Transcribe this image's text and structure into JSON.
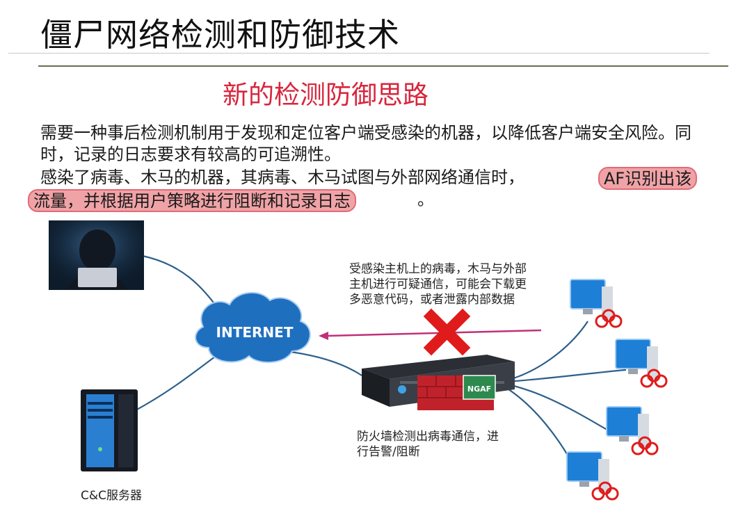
{
  "slide": {
    "title": "僵尸网络检测和防御技术",
    "subtitle": "新的检测防御思路"
  },
  "body": {
    "paragraph1": "需要一种事后检测机制用于发现和定位客户端受感染的机器，以降低客户端安全风险。同时，记录的日志要求有较高的可追溯性。",
    "paragraph2_lead": "感染了病毒、木马的机器，其病毒、木马试图与外部网络通信时，",
    "highlight_a": "AF识别出该",
    "highlight_b": "流量，并根据用户策略进行阻断和记录日志",
    "paragraph2_tail": "。"
  },
  "diagram": {
    "internet_label": "INTERNET",
    "firewall_badge": "NGAF",
    "threat_annotation": "受感染主机上的病毒，木马与外部主机进行可疑通信，可能会下载更多恶意代码，或者泄露内部数据",
    "firewall_annotation": "防火墙检测出病毒通信，进行告警/阻断",
    "cc_server_label": "C&C服务器",
    "icons": [
      "hacker-image",
      "internet-cloud-icon",
      "server-tower-icon",
      "firewall-appliance-icon",
      "block-x-icon",
      "infected-pc-icon",
      "biohazard-icon"
    ],
    "colors": {
      "accent_red": "#d7263d",
      "highlight_fill": "#f0a3a7",
      "arrow_magenta": "#c0307a",
      "cloud_blue": "#1f6fbf",
      "link_blue": "#2e5f8a"
    }
  }
}
